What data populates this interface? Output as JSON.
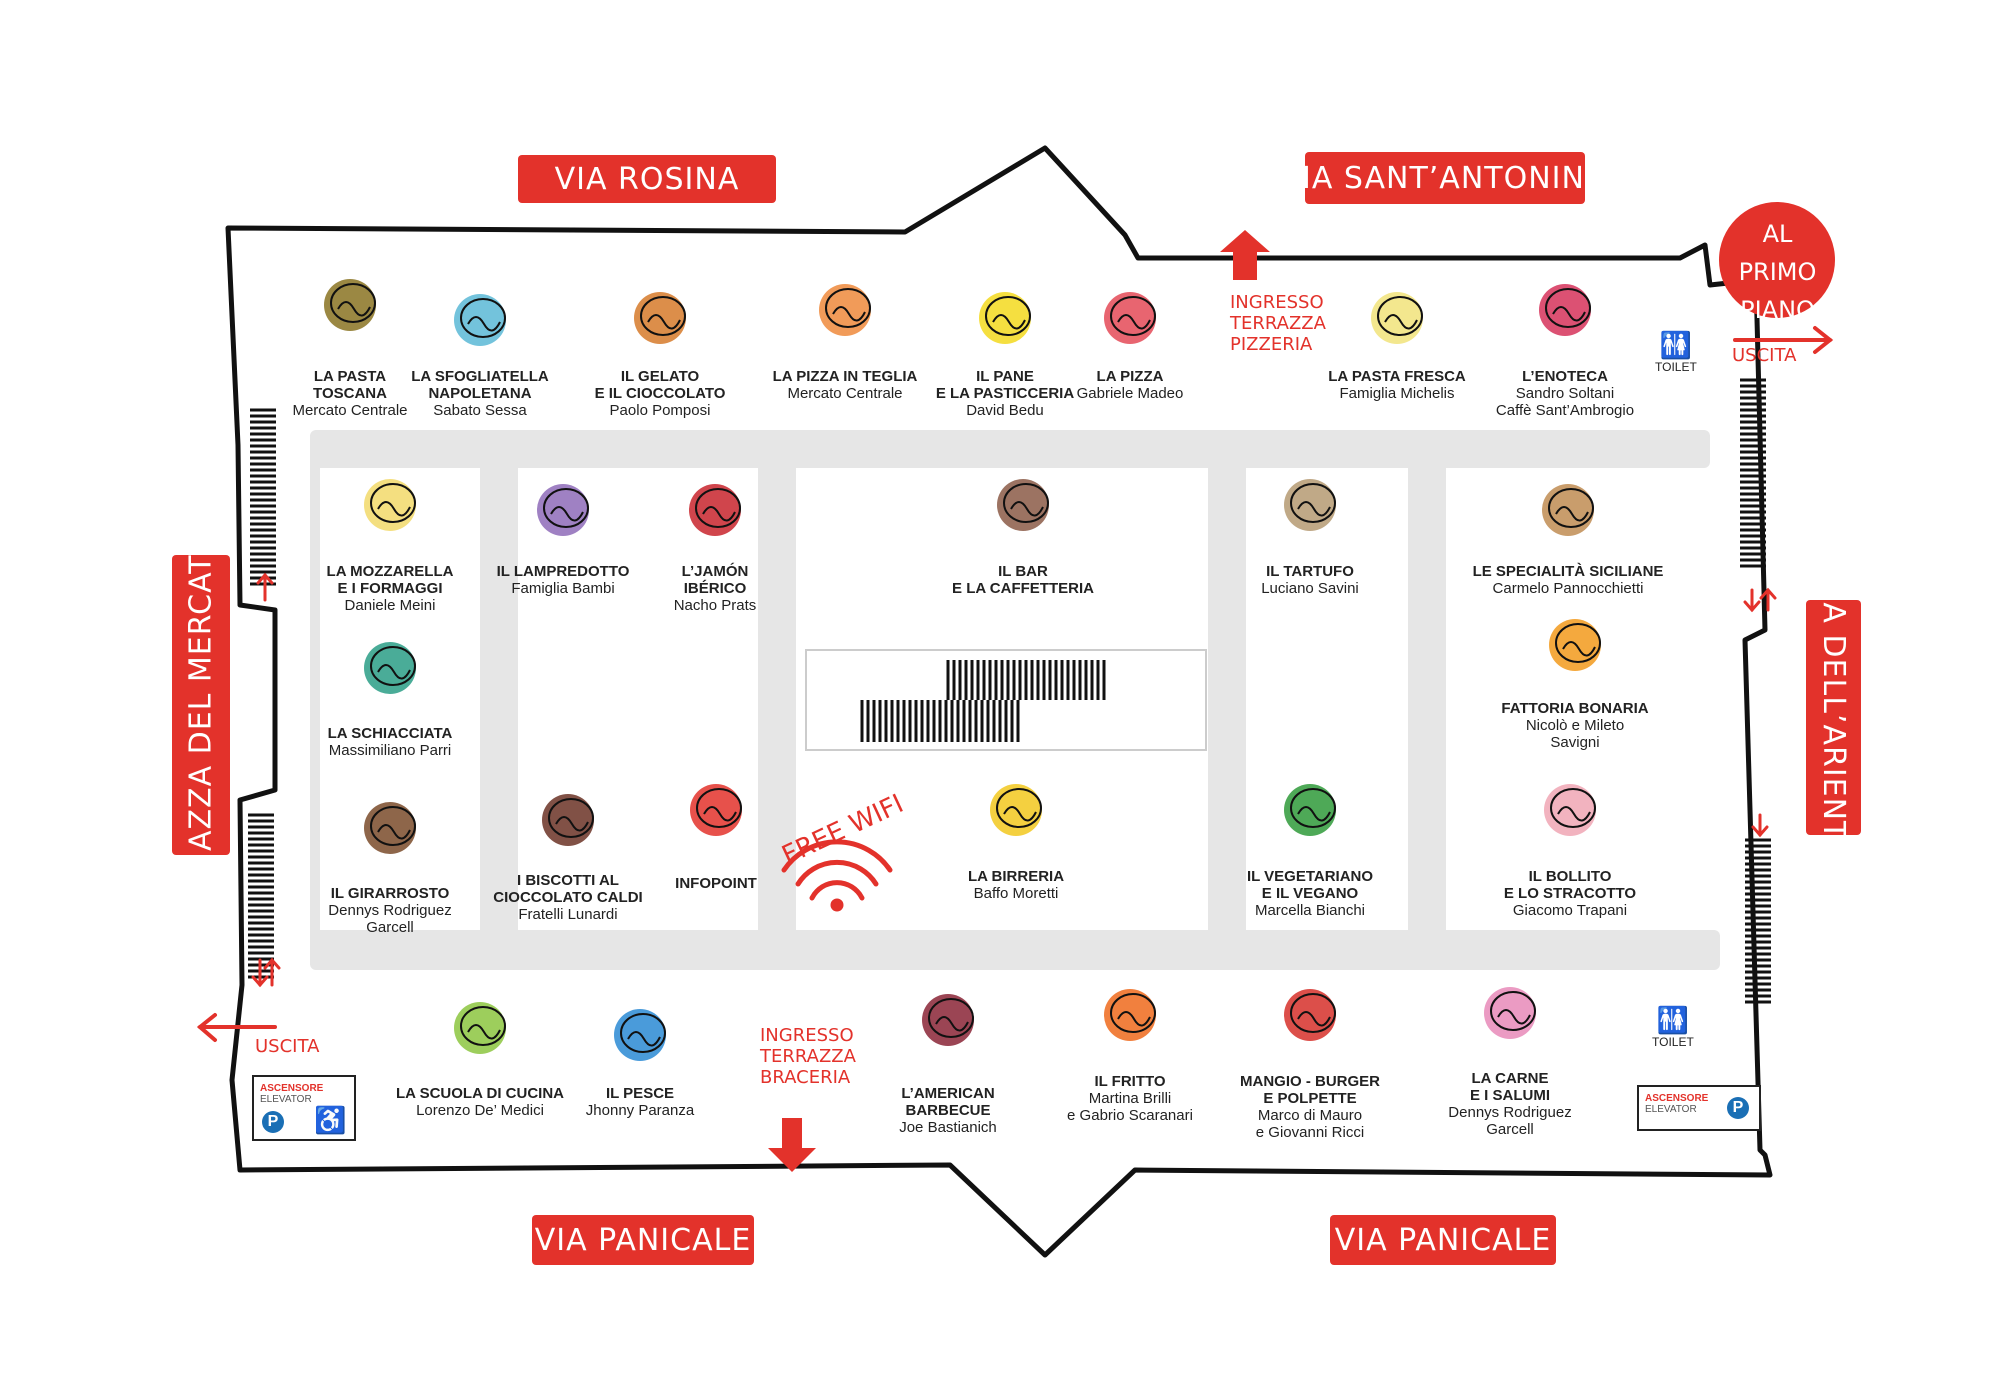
{
  "streets": {
    "top_left": "VIA ROSINA",
    "top_right": "VIA SANT’ANTONINO",
    "left": "PIAZZA DEL MERCATO",
    "right": "VIA DELL’ARIENTO",
    "bottom_left": "VIA PANICALE",
    "bottom_right": "VIA PANICALE"
  },
  "primo_piano": {
    "line1": "AL PRIMO",
    "line2": "PIANO"
  },
  "labels": {
    "ingresso_pizzeria": [
      "INGRESSO",
      "TERRAZZA",
      "PIZZERIA"
    ],
    "ingresso_braceria": [
      "INGRESSO",
      "TERRAZZA",
      "BRACERIA"
    ],
    "uscita_left": "USCITA",
    "uscita_right": "USCITA",
    "free_wifi": "FREE WIFI",
    "toilet_top": "TOILET",
    "toilet_bottom": "TOILET",
    "ascensore": "ASCENSORE",
    "elevator": "ELEVATOR",
    "parking": "P"
  },
  "colors": {
    "accent": "#e3322b",
    "path": "#e6e6e6",
    "outline": "#111111",
    "parking": "#1a6fb5"
  },
  "stalls": [
    {
      "id": "pasta-toscana",
      "name": [
        "LA PASTA",
        "TOSCANA"
      ],
      "owner": [
        "Mercato Centrale"
      ],
      "color": "#8a7322",
      "icon": "pasta-bowl-icon"
    },
    {
      "id": "sfogliatella",
      "name": [
        "LA SFOGLIATELLA",
        "NAPOLETANA"
      ],
      "owner": [
        "Sabato Sessa"
      ],
      "color": "#5bb8d6",
      "icon": "sfogliatella-icon"
    },
    {
      "id": "gelato",
      "name": [
        "IL GELATO",
        "E IL CIOCCOLATO"
      ],
      "owner": [
        "Paolo Pomposi"
      ],
      "color": "#d67a2a",
      "icon": "ice-cream-icon"
    },
    {
      "id": "pizza-teglia",
      "name": [
        "LA PIZZA IN TEGLIA"
      ],
      "owner": [
        "Mercato Centrale"
      ],
      "color": "#ef8a3c",
      "icon": "pizza-slice-icon"
    },
    {
      "id": "pane",
      "name": [
        "IL PANE",
        "E LA PASTICCERIA"
      ],
      "owner": [
        "David Bedu"
      ],
      "color": "#f3d91e",
      "icon": "bread-icon"
    },
    {
      "id": "pizza",
      "name": [
        "LA PIZZA"
      ],
      "owner": [
        "Gabriele Madeo"
      ],
      "color": "#e44a57",
      "icon": "pizza-icon"
    },
    {
      "id": "pasta-fresca",
      "name": [
        "LA PASTA FRESCA"
      ],
      "owner": [
        "Famiglia Michelis"
      ],
      "color": "#f1e37a",
      "icon": "ravioli-icon"
    },
    {
      "id": "enoteca",
      "name": [
        "L’ENOTECA"
      ],
      "owner": [
        "Sandro Soltani",
        "Caffè Sant’Ambrogio"
      ],
      "color": "#d6335a",
      "icon": "wine-glass-icon"
    },
    {
      "id": "mozzarella",
      "name": [
        "LA MOZZARELLA",
        "E I FORMAGGI"
      ],
      "owner": [
        "Daniele Meini"
      ],
      "color": "#f2d96a",
      "icon": "cheese-icon"
    },
    {
      "id": "lampredotto",
      "name": [
        "IL LAMPREDOTTO"
      ],
      "owner": [
        "Famiglia Bambi"
      ],
      "color": "#8e6bb8",
      "icon": "lampredotto-icon"
    },
    {
      "id": "jamon",
      "name": [
        "L’JAMÓN",
        "IBÉRICO"
      ],
      "owner": [
        "Nacho Prats"
      ],
      "color": "#c8242d",
      "icon": "ham-icon"
    },
    {
      "id": "bar",
      "name": [
        "IL BAR",
        "E LA CAFFETTERIA"
      ],
      "owner": [],
      "color": "#8b5a47",
      "icon": "coffee-cup-icon"
    },
    {
      "id": "tartufo",
      "name": [
        "IL TARTUFO"
      ],
      "owner": [
        "Luciano Savini"
      ],
      "color": "#b59a72",
      "icon": "truffle-icon"
    },
    {
      "id": "siciliane",
      "name": [
        "LE SPECIALITÀ SICILIANE"
      ],
      "owner": [
        "Carmelo Pannocchietti"
      ],
      "color": "#c08c52",
      "icon": "arancino-icon"
    },
    {
      "id": "schiacciata",
      "name": [
        "LA SCHIACCIATA"
      ],
      "owner": [
        "Massimiliano Parri"
      ],
      "color": "#2a9d86",
      "icon": "sandwich-icon"
    },
    {
      "id": "fattoria",
      "name": [
        "FATTORIA BONARIA"
      ],
      "owner": [
        "Nicolò e Mileto",
        "Savigni"
      ],
      "color": "#f29a1c",
      "icon": "flower-icon"
    },
    {
      "id": "girarrosto",
      "name": [
        "IL GIRARROSTO"
      ],
      "owner": [
        "Dennys Rodriguez",
        "Garcell"
      ],
      "color": "#7a4b2a",
      "icon": "roast-chicken-icon"
    },
    {
      "id": "biscotti",
      "name": [
        "I BISCOTTI AL",
        "CIOCCOLATO CALDI"
      ],
      "owner": [
        "Fratelli Lunardi"
      ],
      "color": "#6b3226",
      "icon": "cookies-icon"
    },
    {
      "id": "infopoint",
      "name": [
        "INFOPOINT"
      ],
      "owner": [],
      "color": "#e3322b",
      "icon": "info-icon"
    },
    {
      "id": "birreria",
      "name": [
        "LA BIRRERIA"
      ],
      "owner": [
        "Baffo Moretti"
      ],
      "color": "#f2c81e",
      "icon": "beer-mug-icon"
    },
    {
      "id": "vegetariano",
      "name": [
        "IL VEGETARIANO",
        "E IL VEGANO"
      ],
      "owner": [
        "Marcella Bianchi"
      ],
      "color": "#2f9a3a",
      "icon": "vegetables-icon"
    },
    {
      "id": "bollito",
      "name": [
        "IL BOLLITO",
        "E LO STRACOTTO"
      ],
      "owner": [
        "Giacomo Trapani"
      ],
      "color": "#f0a6b4",
      "icon": "pot-icon"
    },
    {
      "id": "scuola",
      "name": [
        "LA SCUOLA DI CUCINA"
      ],
      "owner": [
        "Lorenzo De’ Medici"
      ],
      "color": "#8cc63f",
      "icon": "whisk-icon"
    },
    {
      "id": "pesce",
      "name": [
        "IL PESCE"
      ],
      "owner": [
        "Jhonny Paranza"
      ],
      "color": "#2a8ad4",
      "icon": "fish-icon"
    },
    {
      "id": "barbecue",
      "name": [
        "L’AMERICAN",
        "BARBECUE"
      ],
      "owner": [
        "Joe Bastianich"
      ],
      "color": "#8a2436",
      "icon": "grill-icon"
    },
    {
      "id": "fritto",
      "name": [
        "IL FRITTO"
      ],
      "owner": [
        "Martina Brilli",
        "e Gabrio Scaranari"
      ],
      "color": "#ef6a1c",
      "icon": "fry-basket-icon"
    },
    {
      "id": "burger",
      "name": [
        "MANGIO - BURGER",
        "E POLPETTE"
      ],
      "owner": [
        "Marco di Mauro",
        "e Giovanni Ricci"
      ],
      "color": "#d6302a",
      "icon": "burger-icon"
    },
    {
      "id": "carne",
      "name": [
        "LA CARNE",
        "E I SALUMI"
      ],
      "owner": [
        "Dennys Rodriguez",
        "Garcell"
      ],
      "color": "#e88ab8",
      "icon": "pig-icon"
    }
  ]
}
